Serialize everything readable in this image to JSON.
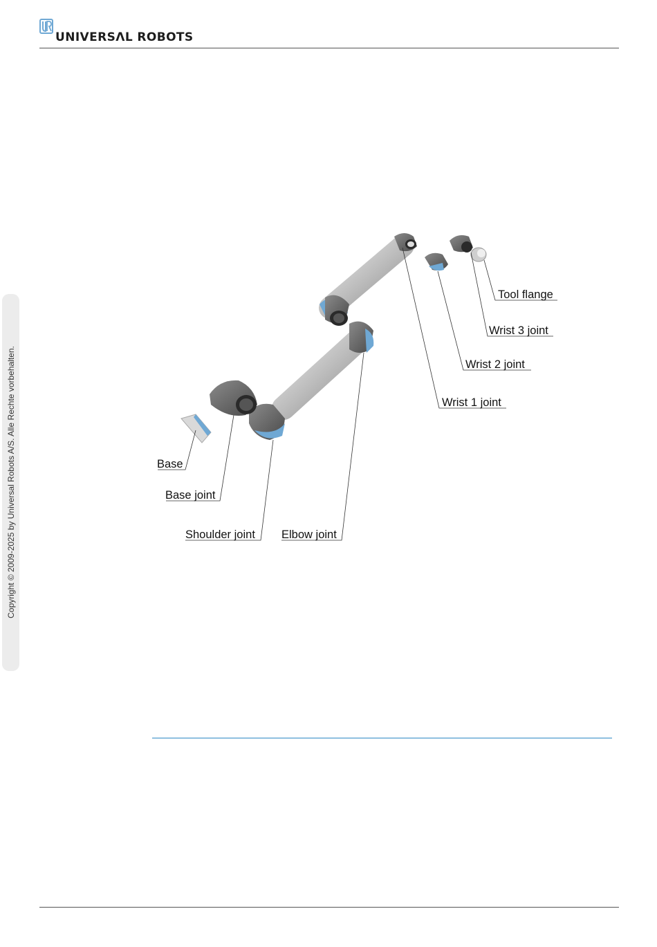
{
  "header": {
    "brand": "UNIVERSΛL ROBOTS",
    "logo_text": "UR"
  },
  "sidebar": {
    "copyright": "Copyright © 2009-2025 by Universal Robots A/S. Alle Rechte vorbehalten."
  },
  "figure": {
    "labels": {
      "tool_flange": "Tool flange",
      "wrist3": "Wrist 3 joint",
      "wrist2": "Wrist 2 joint",
      "wrist1": "Wrist 1 joint",
      "base": "Base",
      "base_joint": "Base joint",
      "shoulder": "Shoulder joint",
      "elbow": "Elbow joint"
    }
  },
  "colors": {
    "accent_blue": "#6fa8d4",
    "joint_grey": "#6b6b6b",
    "link_silver": "#c9c9c9"
  }
}
